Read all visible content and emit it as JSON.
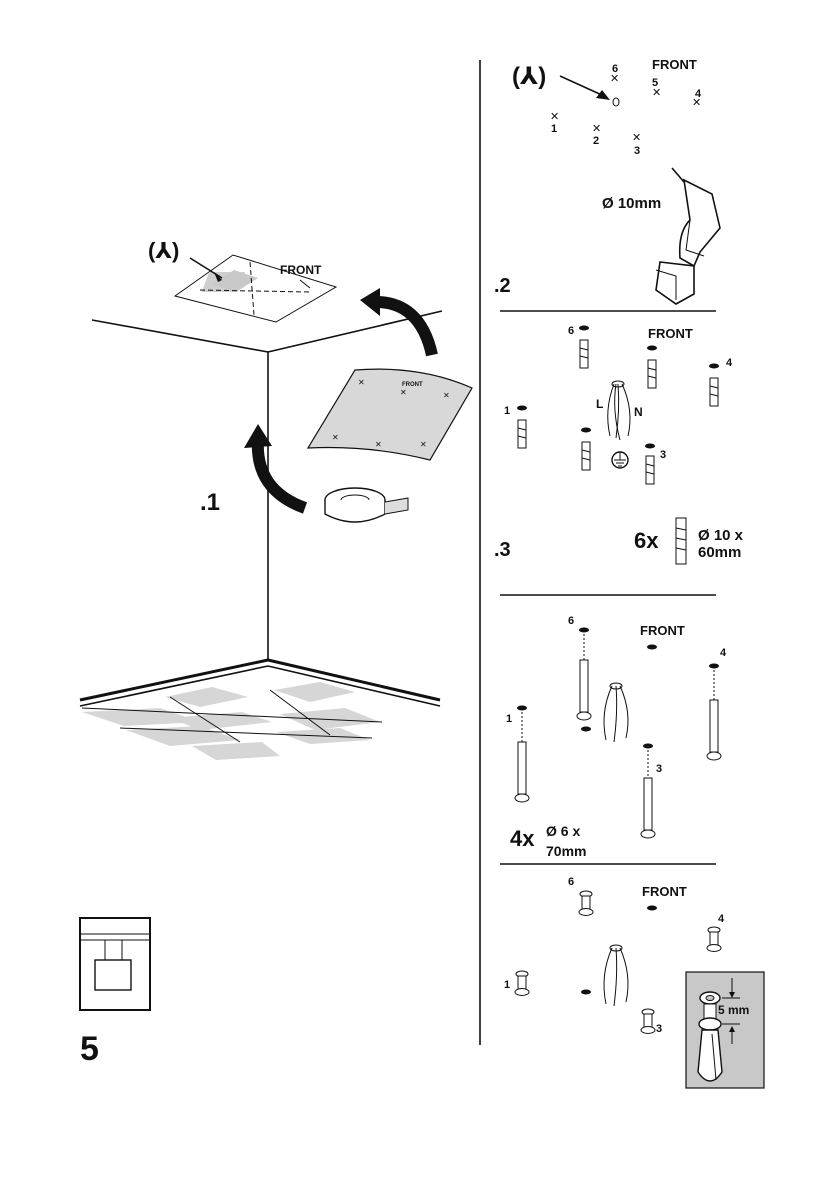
{
  "page_number": "5",
  "left_panel": {
    "step_label": ".1",
    "ground_symbol_label": "(⅄)",
    "template_front_label": "FRONT",
    "template_sheet_label": "FRONT",
    "tile_color": "#d6d6d6"
  },
  "step2": {
    "step_label": ".2",
    "ground_symbol_label": "(⅄)",
    "front_label": "FRONT",
    "hole_numbers": [
      "1",
      "2",
      "3",
      "4",
      "5",
      "6"
    ],
    "drill_label": "Ø 10mm"
  },
  "step3": {
    "step_label": ".3",
    "front_label": "FRONT",
    "hole_numbers": [
      "1",
      "3",
      "4",
      "6"
    ],
    "wire_labels": {
      "live": "L",
      "neutral": "N"
    },
    "plug_count": "6x",
    "plug_spec_line1": "Ø 10 x",
    "plug_spec_line2": "60mm"
  },
  "step4": {
    "front_label": "FRONT",
    "hole_numbers": [
      "1",
      "3",
      "4",
      "6"
    ],
    "screw_count": "4x",
    "screw_spec_line1": "Ø 6 x",
    "screw_spec_line2": "70mm"
  },
  "step5": {
    "front_label": "FRONT",
    "hole_numbers": [
      "1",
      "3",
      "4",
      "6"
    ],
    "gap_label": "5 mm",
    "inset_bg": "#c8c8c8"
  }
}
